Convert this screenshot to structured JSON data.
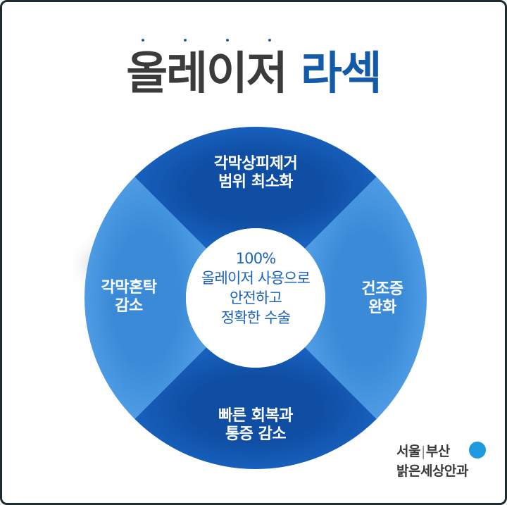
{
  "title": {
    "part1": "올레이저",
    "part2": "라섹"
  },
  "diagram": {
    "center": {
      "line1": "100%",
      "line2": "올레이저 사용으로",
      "line3": "안전하고",
      "line4": "정확한 수술"
    },
    "segments": {
      "top": {
        "line1": "각막상피제거",
        "line2": "범위 최소화"
      },
      "right": {
        "line1": "건조증",
        "line2": "완화"
      },
      "bottom": {
        "line1": "빠른 회복과",
        "line2": "통증 감소"
      },
      "left": {
        "line1": "각막혼탁",
        "line2": "감소"
      }
    },
    "colors": {
      "dark": "#1251a5",
      "light": "#3d8fdc"
    }
  },
  "brand": {
    "city1": "서울",
    "separator": "|",
    "city2": "부산",
    "name": "밝은세상안과",
    "dot_color": "#1e9be0"
  }
}
